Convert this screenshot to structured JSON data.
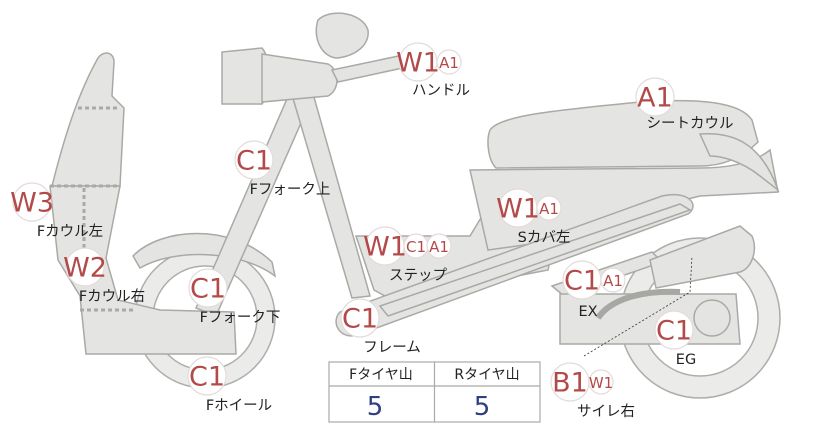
{
  "parts": [
    {
      "id": "handle",
      "name": "ハンドル",
      "codes": [
        "W1",
        "A1"
      ]
    },
    {
      "id": "seat-cowl",
      "name": "シートカウル",
      "codes": [
        "A1"
      ]
    },
    {
      "id": "f-fork-upper",
      "name": "Fフォーク上",
      "codes": [
        "C1"
      ]
    },
    {
      "id": "f-cowl-left",
      "name": "Fカウル左",
      "codes": [
        "W3"
      ]
    },
    {
      "id": "s-cover-left",
      "name": "Sカバ左",
      "codes": [
        "W1",
        "A1"
      ]
    },
    {
      "id": "step",
      "name": "ステップ",
      "codes": [
        "W1",
        "C1",
        "A1"
      ]
    },
    {
      "id": "f-cowl-right",
      "name": "Fカウル右",
      "codes": [
        "W2"
      ]
    },
    {
      "id": "f-fork-lower",
      "name": "Fフォーク下",
      "codes": [
        "C1"
      ]
    },
    {
      "id": "ex",
      "name": "EX",
      "codes": [
        "C1",
        "A1"
      ]
    },
    {
      "id": "frame",
      "name": "フレーム",
      "codes": [
        "C1"
      ]
    },
    {
      "id": "eg",
      "name": "EG",
      "codes": [
        "C1"
      ]
    },
    {
      "id": "f-wheel",
      "name": "Fホイール",
      "codes": [
        "C1"
      ]
    },
    {
      "id": "silencer-right",
      "name": "サイレ右",
      "codes": [
        "B1",
        "W1"
      ]
    }
  ],
  "tire_table": {
    "headers": [
      "Fタイヤ山",
      "Rタイヤ山"
    ],
    "values": [
      "5",
      "5"
    ]
  },
  "colors": {
    "code_text": "#b24a4a",
    "value_text": "#2e3f82",
    "body_fill": "#e4e4e2",
    "outline": "#a9a9a6"
  }
}
